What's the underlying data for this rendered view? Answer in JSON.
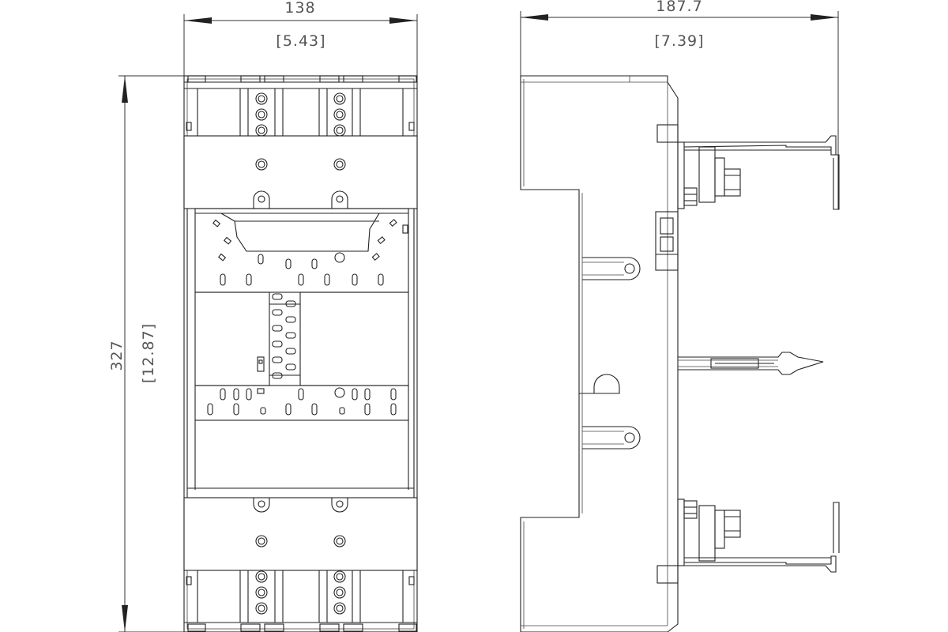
{
  "front_view": {
    "width_mm": "138",
    "width_in": "[5.43]",
    "height_mm": "327",
    "height_in": "[12.87]"
  },
  "side_view": {
    "depth_mm": "187.7",
    "depth_in": "[7.39]"
  }
}
